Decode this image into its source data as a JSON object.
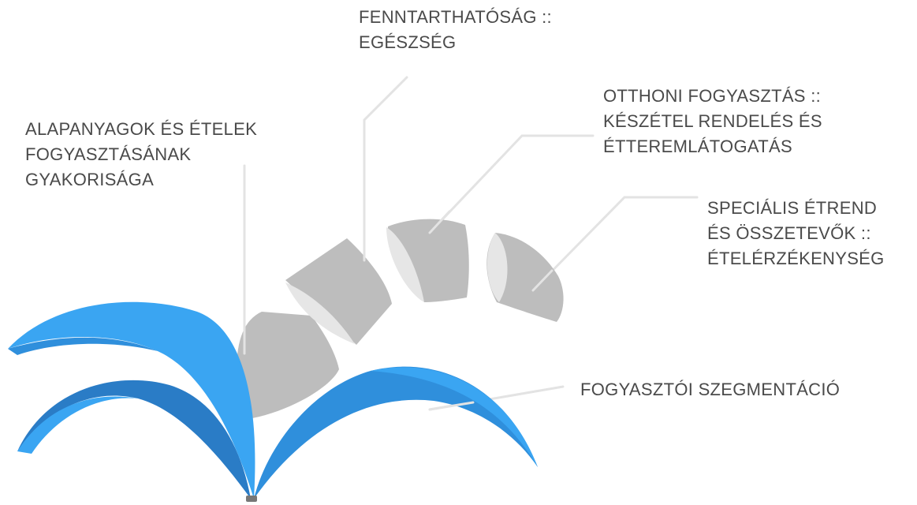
{
  "labels": {
    "sustainability": {
      "lines": [
        "FENNTARTHATÓSÁG ::",
        "EGÉSZSÉG"
      ]
    },
    "frequency": {
      "lines": [
        "ALAPANYAGOK ÉS ÉTELEK",
        "FOGYASZTÁSÁNAK",
        "GYAKORISÁGA"
      ]
    },
    "home_consumption": {
      "lines": [
        "OTTHONI FOGYASZTÁS ::",
        "KÉSZÉTEL RENDELÉS ÉS",
        "ÉTTEREMLÁTOGATÁS"
      ]
    },
    "special_diet": {
      "lines": [
        "SPECIÁLIS ÉTREND",
        "ÉS ÖSSZETEVŐK ::",
        "ÉTELÉRZÉKENYSÉG"
      ]
    },
    "segmentation": {
      "lines": [
        "FOGYASZTÓI SZEGMENTÁCIÓ"
      ]
    }
  },
  "colors": {
    "leaf_light": "#3aa5f2",
    "leaf_mid": "#2f8fdc",
    "leaf_dark": "#2a7cc6",
    "segment_gray": "#bdbdbd",
    "segment_face": "#e6e6e6",
    "connector": "#e3e3e3",
    "text": "#4a4a4a"
  }
}
